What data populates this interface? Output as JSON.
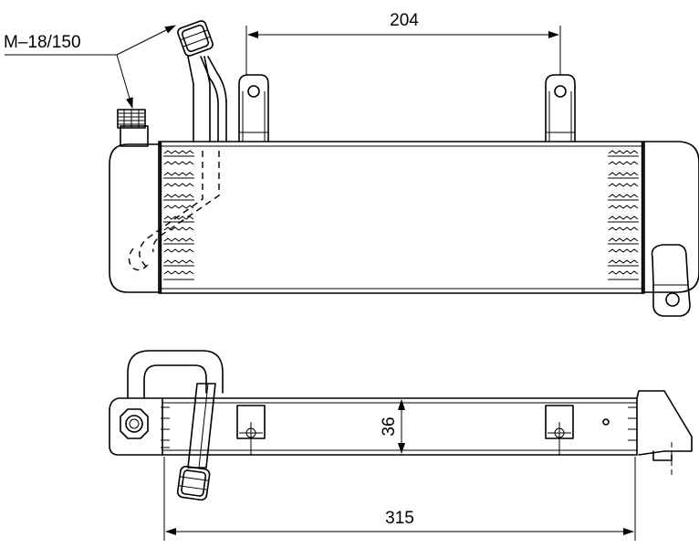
{
  "labels": {
    "thread_spec": "M–18/150",
    "dim_bracket_spacing": "204",
    "dim_height": "36",
    "dim_length": "315"
  }
}
